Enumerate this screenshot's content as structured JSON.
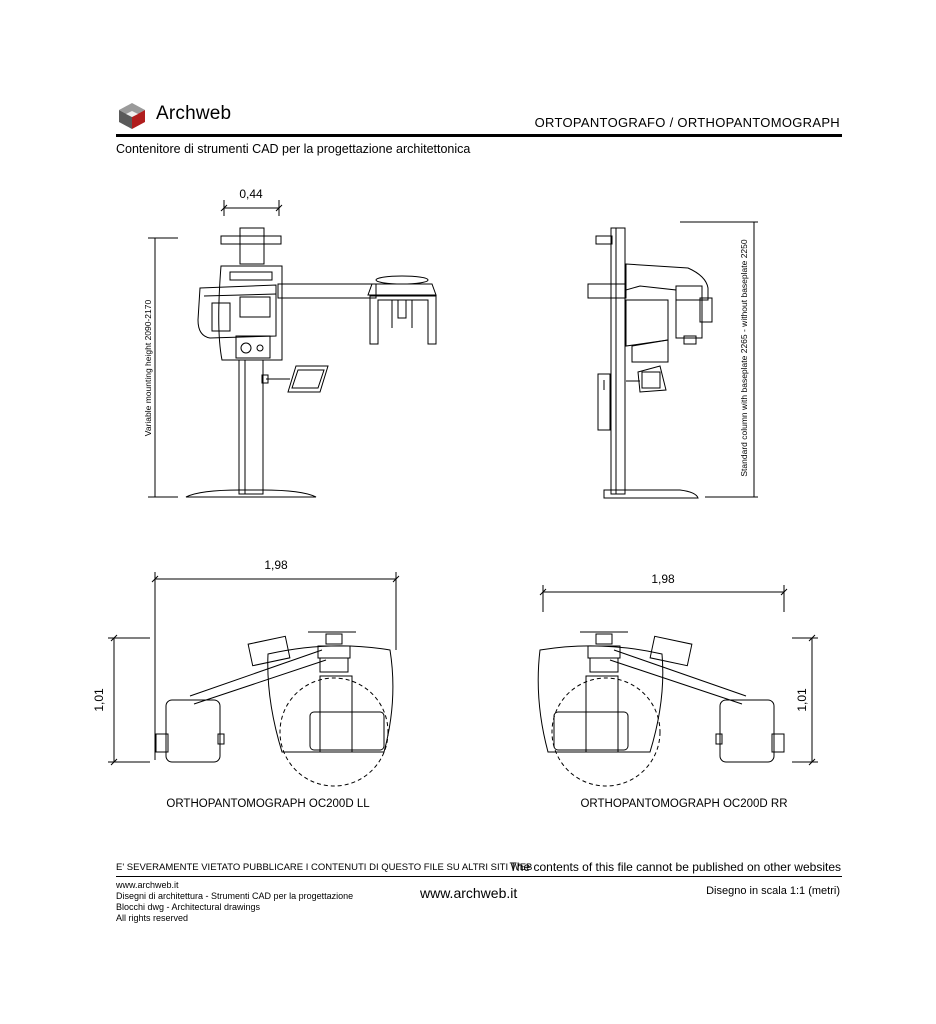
{
  "brand": {
    "name": "Archweb",
    "logo_icon": "cube-logo-icon",
    "colors": {
      "cube_top": "#9a9a9a",
      "cube_left": "#5a5a5a",
      "cube_right": "#b01e1e"
    }
  },
  "header": {
    "title": "ORTOPANTOGRAFO  /  ORTHOPANTOMOGRAPH",
    "subtitle": "Contenitore di strumenti CAD per la progettazione architettonica"
  },
  "views": {
    "front": {
      "dim_top": "0,44",
      "dim_side": "Variable mounting height 2090-2170"
    },
    "side": {
      "dim_side": "Standard column with baseplate 2265 - without baseplate 2250"
    },
    "plan_ll": {
      "dim_width": "1,98",
      "dim_depth": "1,01",
      "caption": "ORTHOPANTOMOGRAPH OC200D LL"
    },
    "plan_rr": {
      "dim_width": "1,98",
      "dim_depth": "1,01",
      "caption": "ORTHOPANTOMOGRAPH OC200D RR"
    }
  },
  "footer": {
    "warning_it": "E' SEVERAMENTE VIETATO PUBBLICARE I CONTENUTI DI QUESTO FILE SU ALTRI SITI WEB",
    "warning_en": "The contents of this file cannot be published on other websites",
    "site": "www.archweb.it",
    "lines": [
      "www.archweb.it",
      "Disegni di architettura - Strumenti CAD  per la progettazione",
      "Blocchi dwg - Architectural drawings",
      "All rights reserved"
    ],
    "url": "www.archweb.it",
    "scale": "Disegno in scala 1:1 (metri)"
  }
}
